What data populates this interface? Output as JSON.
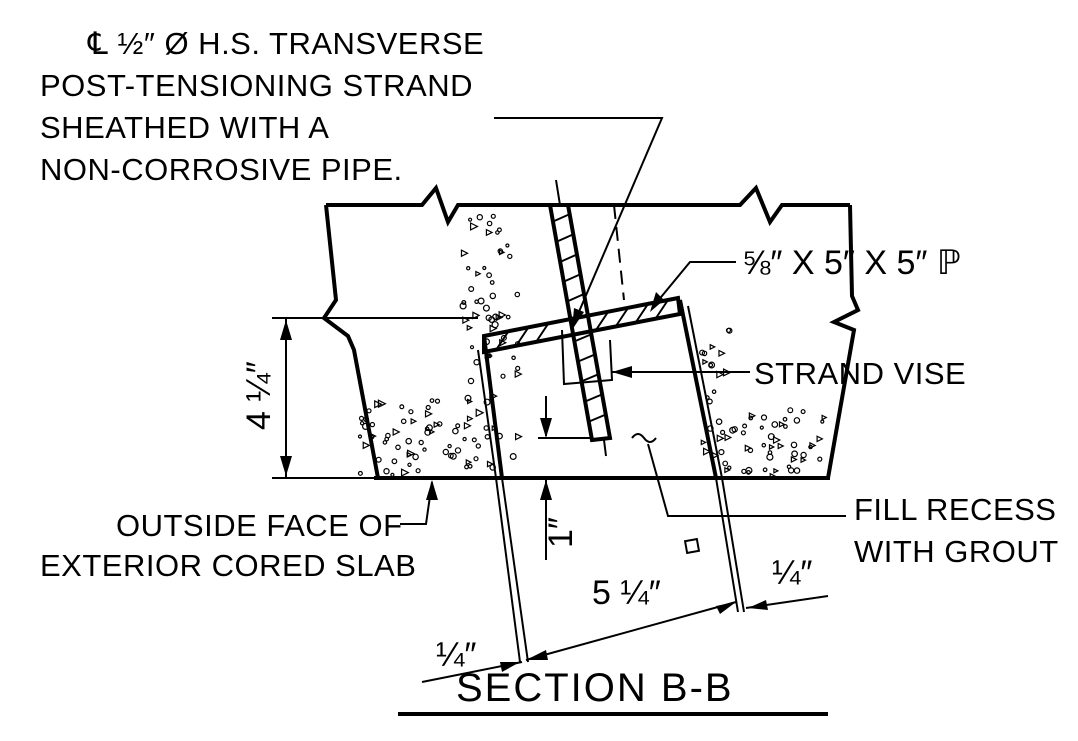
{
  "notes": {
    "strand_line1": "℄ ½″ Ø H.S. TRANSVERSE",
    "strand_line2": "POST-TENSIONING STRAND",
    "strand_line3": "SHEATHED WITH A",
    "strand_line4": "NON-CORROSIVE PIPE.",
    "plate": "⅝″ X 5″ X 5″ ℙ",
    "vise": "STRAND VISE",
    "outside_line1": "OUTSIDE FACE OF",
    "outside_line2": "EXTERIOR CORED SLAB",
    "fill_line1": "FILL RECESS",
    "fill_line2": "WITH GROUT"
  },
  "dimensions": {
    "depth": "4 ¼″",
    "clearance": "1″",
    "width": "5 ¼″",
    "left_gap": "¼″",
    "right_gap": "¼″"
  },
  "title": "SECTION B-B"
}
